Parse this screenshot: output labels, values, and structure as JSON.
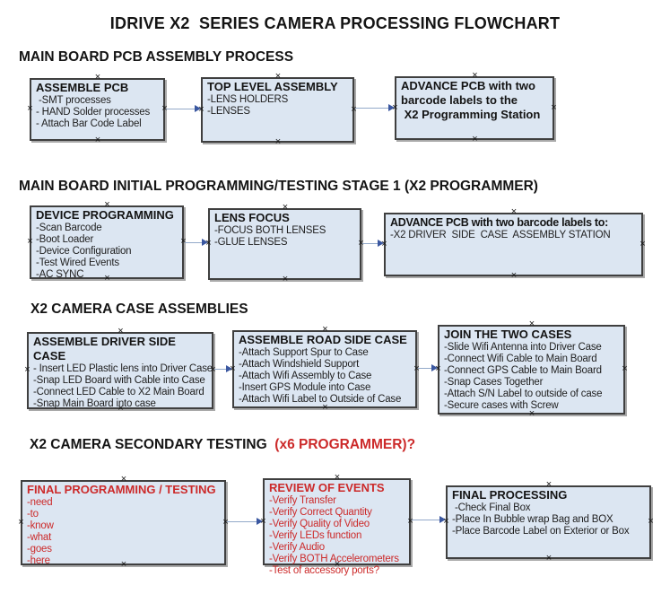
{
  "title": "IDRIVE X2  SERIES CAMERA PROCESSING FLOWCHART",
  "colors": {
    "box_fill": "#dce6f2",
    "box_border": "#3f3f3f",
    "accent_red": "#cc2a2a",
    "arrow_line": "#93a9c9",
    "arrow_head": "#3a57a0"
  },
  "sections": [
    {
      "heading": {
        "text": "MAIN BOARD PCB ASSEMBLY PROCESS",
        "red_suffix": ""
      },
      "boxes": [
        {
          "title": "ASSEMBLE PCB",
          "items": [
            " -SMT processes",
            "- HAND Solder processes",
            "- Attach Bar Code Label"
          ]
        },
        {
          "title": "TOP LEVEL ASSEMBLY",
          "items": [
            "-LENS HOLDERS",
            "-LENSES"
          ]
        },
        {
          "title": "ADVANCE PCB with two\nbarcode labels to the\n X2 Programming Station",
          "items": []
        }
      ]
    },
    {
      "heading": {
        "text": "MAIN BOARD INITIAL PROGRAMMING/TESTING STAGE 1 (X2 PROGRAMMER)",
        "red_suffix": ""
      },
      "boxes": [
        {
          "title": "DEVICE PROGRAMMING",
          "items": [
            "-Scan Barcode",
            "-Boot Loader",
            "-Device Configuration",
            "-Test Wired Events",
            "-AC SYNC"
          ]
        },
        {
          "title": "LENS FOCUS",
          "items": [
            "-FOCUS BOTH LENSES",
            "-GLUE LENSES"
          ]
        },
        {
          "title": "ADVANCE PCB with two barcode labels to:",
          "items": [
            "-X2 DRIVER  SIDE  CASE  ASSEMBLY STATION"
          ]
        }
      ]
    },
    {
      "heading": {
        "text": "X2 CAMERA CASE ASSEMBLIES",
        "red_suffix": ""
      },
      "boxes": [
        {
          "title": "ASSEMBLE DRIVER SIDE CASE",
          "items": [
            "- Insert LED Plastic lens into Driver Case",
            "-Snap LED Board with Cable into Case",
            "-Connect LED Cable to X2 Main Board",
            "-Snap Main Board into case"
          ]
        },
        {
          "title": "ASSEMBLE ROAD SIDE CASE",
          "items": [
            "-Attach Support Spur to Case",
            "-Attach Windshield Support",
            "-Attach Wifi Assembly to Case",
            "-Insert GPS Module into Case",
            "-Attach Wifi Label to Outside of Case"
          ]
        },
        {
          "title": "JOIN THE TWO CASES",
          "items": [
            "-Slide Wifi Antenna into Driver Case",
            "-Connect Wifi Cable to Main Board",
            "-Connect GPS Cable to Main Board",
            "-Snap Cases Together",
            "-Attach S/N Label to outside of case",
            "-Secure cases with Screw"
          ]
        }
      ]
    },
    {
      "heading": {
        "text": "X2 CAMERA SECONDARY TESTING ",
        "red_suffix": " (x6 PROGRAMMER)?"
      },
      "boxes": [
        {
          "title": "FINAL PROGRAMMING / TESTING",
          "items": [
            "-need",
            "-to",
            "-know",
            "-what",
            "-goes",
            "-here"
          ]
        },
        {
          "title": "REVIEW OF EVENTS",
          "items": [
            "-Verify Transfer",
            "-Verify Correct Quantity",
            "-Verify Quality of Video",
            "-Verify LEDs function",
            "-Verify Audio",
            "-Verify BOTH Accelerometers",
            "-Test of accessory ports?"
          ]
        },
        {
          "title": "FINAL PROCESSING",
          "items": [
            " -Check Final Box",
            "-Place In Bubble wrap Bag and BOX",
            "-Place Barcode Label on Exterior or Box"
          ]
        }
      ]
    }
  ]
}
